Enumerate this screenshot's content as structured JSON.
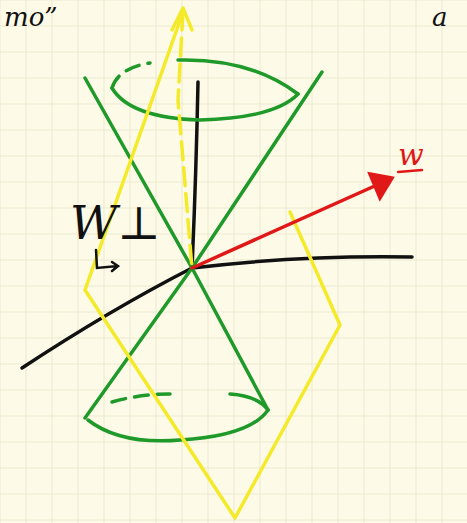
{
  "diagram": {
    "labels": [
      "mo”",
      "a",
      "W⊥",
      "w"
    ]
  }
}
